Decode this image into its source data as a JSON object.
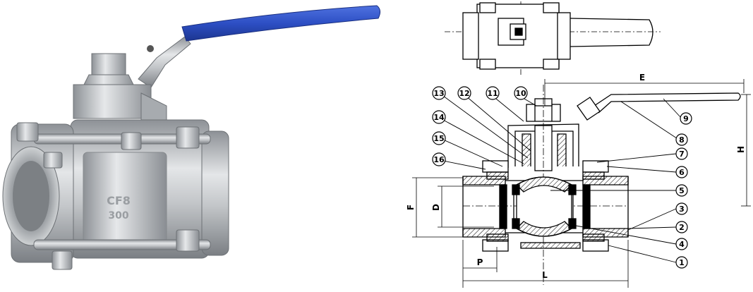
{
  "photo": {
    "body_marks": [
      "CF8",
      "300"
    ],
    "colors": {
      "handle": "#2d4fc4",
      "steel": "#b9bcbf",
      "steel_dark": "#8c9094"
    }
  },
  "drawing": {
    "callouts": [
      "1",
      "2",
      "3",
      "4",
      "5",
      "6",
      "7",
      "8",
      "9",
      "10",
      "11",
      "12",
      "13",
      "14",
      "15",
      "16"
    ],
    "dimensions": {
      "E": "E",
      "H": "H",
      "F": "F",
      "D": "D",
      "P": "P",
      "L": "L"
    }
  }
}
